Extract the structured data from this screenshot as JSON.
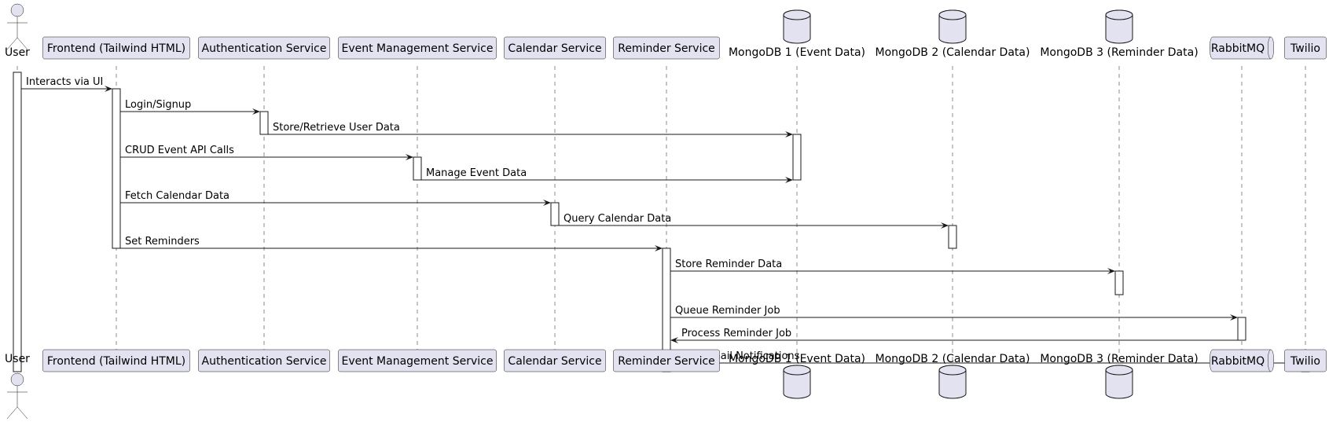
{
  "participants": [
    {
      "id": "user",
      "label": "User",
      "kind": "actor"
    },
    {
      "id": "frontend",
      "label": "Frontend (Tailwind HTML)",
      "kind": "box"
    },
    {
      "id": "auth",
      "label": "Authentication Service",
      "kind": "box"
    },
    {
      "id": "events",
      "label": "Event Management Service",
      "kind": "box"
    },
    {
      "id": "calendar",
      "label": "Calendar Service",
      "kind": "box"
    },
    {
      "id": "reminder",
      "label": "Reminder Service",
      "kind": "box"
    },
    {
      "id": "mongo1",
      "label": "MongoDB 1 (Event Data)",
      "kind": "database"
    },
    {
      "id": "mongo2",
      "label": "MongoDB 2 (Calendar Data)",
      "kind": "database"
    },
    {
      "id": "mongo3",
      "label": "MongoDB 3 (Reminder Data)",
      "kind": "database"
    },
    {
      "id": "rabbit",
      "label": "RabbitMQ",
      "kind": "queue"
    },
    {
      "id": "twilio",
      "label": "Twilio",
      "kind": "box"
    }
  ],
  "messages": [
    {
      "from": "user",
      "to": "frontend",
      "label": "Interacts via UI"
    },
    {
      "from": "frontend",
      "to": "auth",
      "label": "Login/Signup"
    },
    {
      "from": "auth",
      "to": "mongo1",
      "label": "Store/Retrieve User Data"
    },
    {
      "from": "frontend",
      "to": "events",
      "label": "CRUD Event API Calls"
    },
    {
      "from": "events",
      "to": "mongo1",
      "label": "Manage Event Data"
    },
    {
      "from": "frontend",
      "to": "calendar",
      "label": "Fetch Calendar Data"
    },
    {
      "from": "calendar",
      "to": "mongo2",
      "label": "Query Calendar Data"
    },
    {
      "from": "frontend",
      "to": "reminder",
      "label": "Set Reminders"
    },
    {
      "from": "reminder",
      "to": "mongo3",
      "label": "Store Reminder Data"
    },
    {
      "from": "reminder",
      "to": "rabbit",
      "label": "Queue Reminder Job"
    },
    {
      "from": "rabbit",
      "to": "reminder",
      "label": "Process Reminder Job"
    },
    {
      "from": "reminder",
      "to": "twilio",
      "label": "Send Email Notifications"
    }
  ],
  "colors": {
    "participant_fill": "#e2e2f0",
    "participant_stroke": "#181818",
    "lifeline": "#181818",
    "activation_fill": "#ffffff",
    "arrow": "#181818"
  }
}
